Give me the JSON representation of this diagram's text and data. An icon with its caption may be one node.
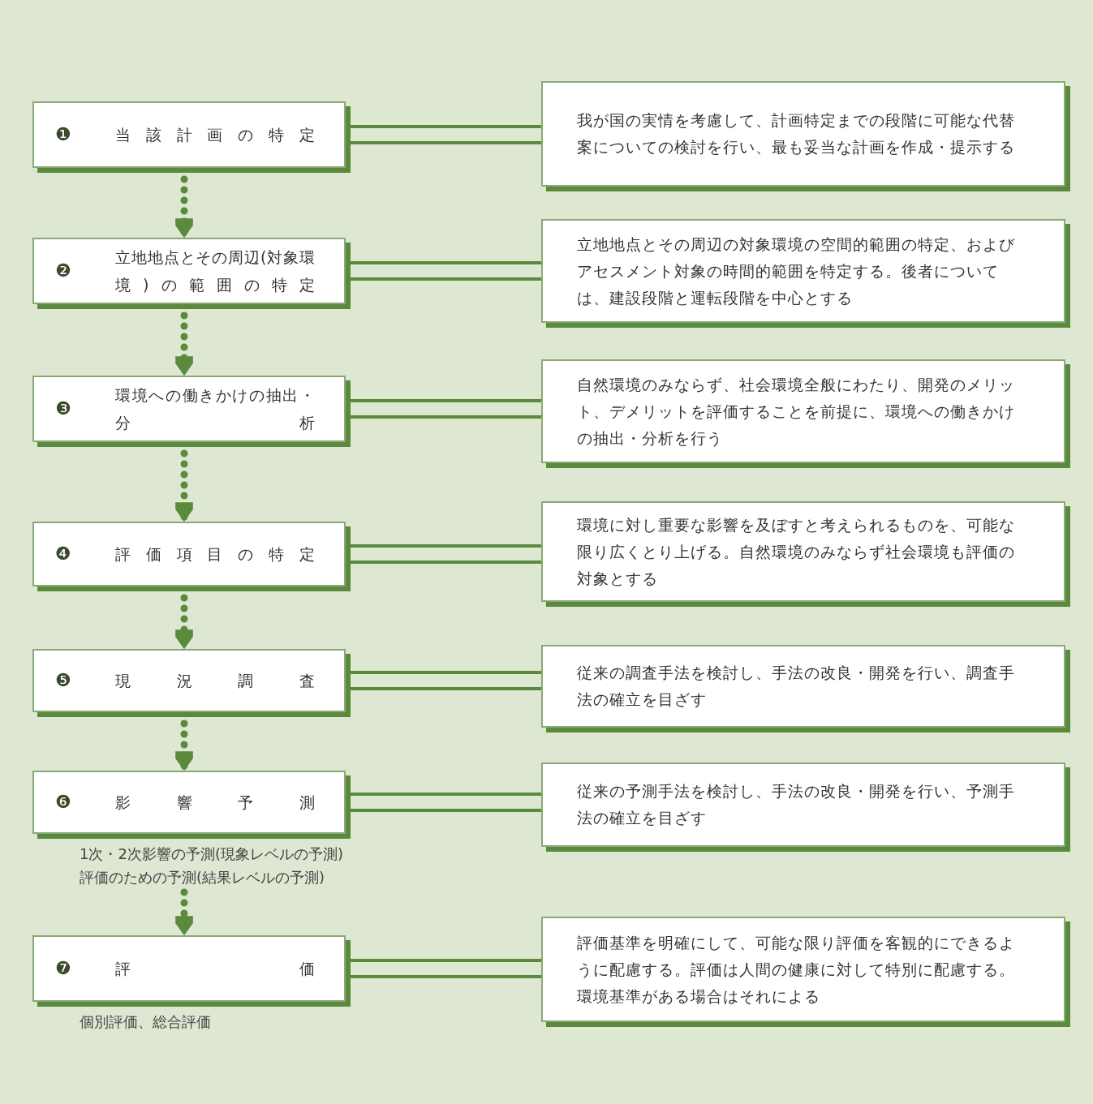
{
  "diagram": {
    "nodes": [
      {
        "text": [
          "❶",
          "当該計画の特定"
        ]
      },
      {
        "text": [
          "❷",
          "立地地点とその周辺(対象環境)の範囲の特定"
        ]
      },
      {
        "text": [
          "❸",
          "環境への働きかけの抽出・分析"
        ]
      },
      {
        "text": [
          "❹",
          "評価項目の特定"
        ]
      },
      {
        "text": [
          "❺",
          "現況調査"
        ]
      },
      {
        "text": [
          "❻",
          "影響予測"
        ],
        "beside": [
          "1次・2次影響の予測(現象レベルの予測)",
          "評価のための予測(結果レベルの予測)"
        ]
      },
      {
        "text": [
          "❼",
          "評価"
        ],
        "beside": [
          "個別評価、総合評価"
        ]
      },
      {
        "text": [
          "我が国の実情を考慮して、計画特定までの段階に可能な代替案についての検討を行い、最も妥当な計画を作成・提示する"
        ]
      },
      {
        "text": [
          "立地地点とその周辺の対象環境の空間的範囲の特定、およびアセスメント対象の時間的範囲を特定する。後者については、建設段階と運転段階を中心とする"
        ]
      },
      {
        "text": [
          "自然環境のみならず、社会環境全般にわたり、開発のメリット、デメリットを評価することを前提に、環境への働きかけの抽出・分析を行う"
        ]
      },
      {
        "text": [
          "環境に対し重要な影響を及ぼすと考えられるものを、可能な限り広くとり上げる。自然環境のみならず社会環境も評価の対象とする"
        ]
      },
      {
        "text": [
          "従来の調査手法を検討し、手法の改良・開発を行い、調査手法の確立を目ざす"
        ]
      },
      {
        "text": [
          "従来の予測手法を検討し、手法の改良・開発を行い、予測手法の確立を目ざす"
        ]
      },
      {
        "text": [
          "評価基準を明確にして、可能な限り評価を客観的にできるように配慮する。評価は人間の健康に対して特別に配慮する。環境基準がある場合はそれによる"
        ]
      }
    ],
    "edges": [
      {
        "from": 0,
        "to": 1,
        "arrow": "to",
        "style": "dashed"
      },
      {
        "from": 1,
        "to": 2,
        "arrow": "to",
        "style": "dashed"
      },
      {
        "from": 2,
        "to": 3,
        "arrow": "to",
        "style": "dashed"
      },
      {
        "from": 3,
        "to": 4,
        "arrow": "to",
        "style": "dashed"
      },
      {
        "from": 4,
        "to": 5,
        "arrow": "to",
        "style": "dashed"
      },
      {
        "from": 5,
        "to": 6,
        "arrow": "to",
        "style": "dashed"
      },
      {
        "from": 0,
        "to": 7,
        "arrow": "none"
      },
      {
        "from": 1,
        "to": 8,
        "arrow": "none"
      },
      {
        "from": 2,
        "to": 9,
        "arrow": "none"
      },
      {
        "from": 3,
        "to": 10,
        "arrow": "none"
      },
      {
        "from": 4,
        "to": 11,
        "arrow": "none"
      },
      {
        "from": 5,
        "to": 12,
        "arrow": "none"
      },
      {
        "from": 6,
        "to": 13,
        "arrow": "none"
      }
    ]
  }
}
